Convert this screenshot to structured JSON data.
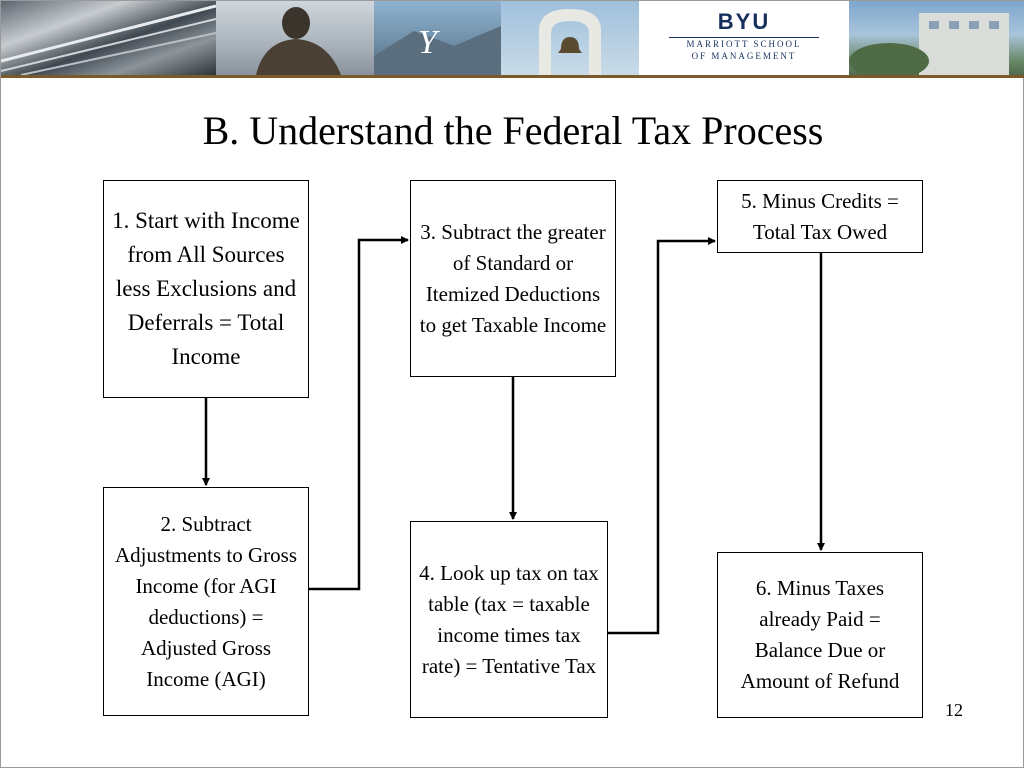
{
  "slide": {
    "title": "B.  Understand the Federal Tax Process",
    "page_number": "12"
  },
  "header": {
    "logo": {
      "name": "BYU",
      "line1": "MARRIOTT SCHOOL",
      "line2": "OF MANAGEMENT"
    },
    "colors": {
      "brand_navy": "#16305e",
      "rule_brown": "#7a5a2a"
    }
  },
  "steps": [
    {
      "id": "step-1",
      "text": "1. Start with Income from All Sources less Exclusions and Deferrals = Total Income"
    },
    {
      "id": "step-2",
      "text": "2.  Subtract Adjustments to Gross Income (for AGI deductions) = Adjusted Gross Income (AGI)"
    },
    {
      "id": "step-3",
      "text": "3.  Subtract the greater of Standard or Itemized Deductions to get Taxable Income"
    },
    {
      "id": "step-4",
      "text": "4.  Look up tax on tax table (tax = taxable income times tax rate) = Tentative Tax"
    },
    {
      "id": "step-5",
      "text": "5. Minus Credits = Total Tax Owed"
    },
    {
      "id": "step-6",
      "text": "6.  Minus Taxes already Paid = Balance Due or Amount of Refund"
    }
  ],
  "edges": [
    {
      "from": "step-1",
      "to": "step-2"
    },
    {
      "from": "step-2",
      "to": "step-3"
    },
    {
      "from": "step-3",
      "to": "step-4"
    },
    {
      "from": "step-4",
      "to": "step-5"
    },
    {
      "from": "step-5",
      "to": "step-6"
    }
  ]
}
